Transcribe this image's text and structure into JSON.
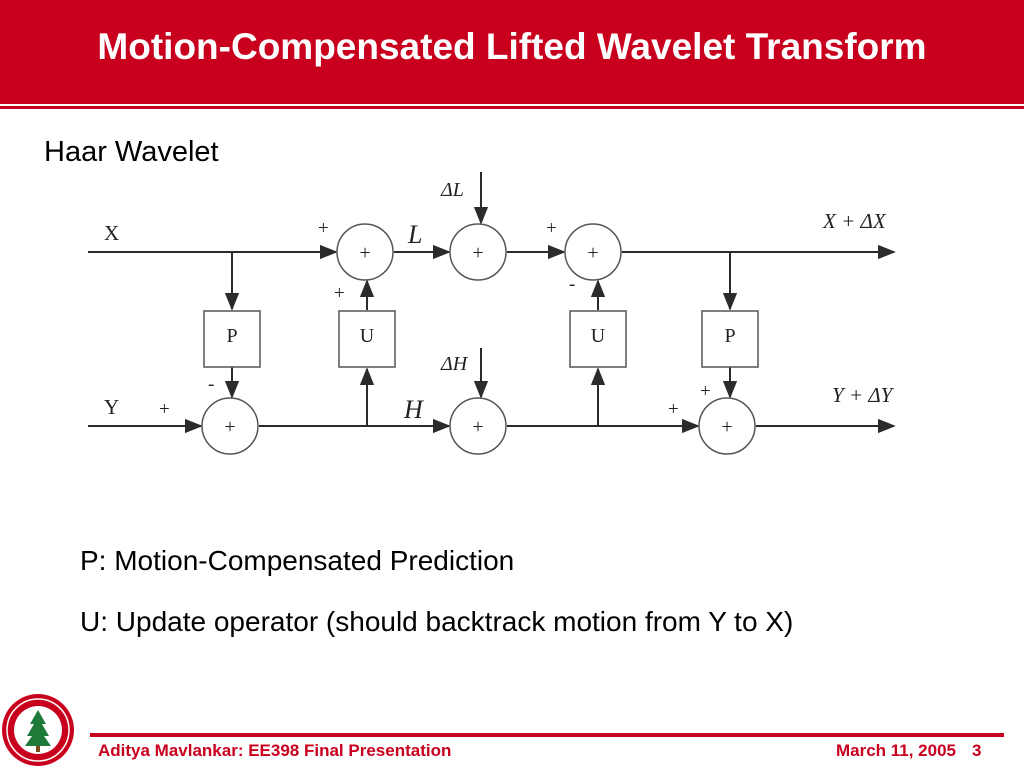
{
  "slide": {
    "title": "Motion-Compensated Lifted Wavelet Transform",
    "subtitle": "Haar Wavelet",
    "bullets": [
      "P: Motion-Compensated Prediction",
      "U: Update operator (should backtrack motion from Y to X)"
    ],
    "footer": {
      "author_text": "Aditya Mavlankar: EE398 Final Presentation",
      "date": "March 11, 2005",
      "page": "3"
    },
    "colors": {
      "accent": "#c8001e",
      "diagram_line": "#2b2b2b"
    }
  },
  "diagram": {
    "input_x": "X",
    "input_y": "Y",
    "output_x": "X + ΔX",
    "output_y": "Y + ΔY",
    "delta_l": "ΔL",
    "delta_h": "ΔH",
    "label_l": "L",
    "label_h": "H",
    "predict_label": "P",
    "update_label": "U",
    "adder_symbol": "+",
    "sign_plus": "+",
    "sign_minus": "-"
  }
}
